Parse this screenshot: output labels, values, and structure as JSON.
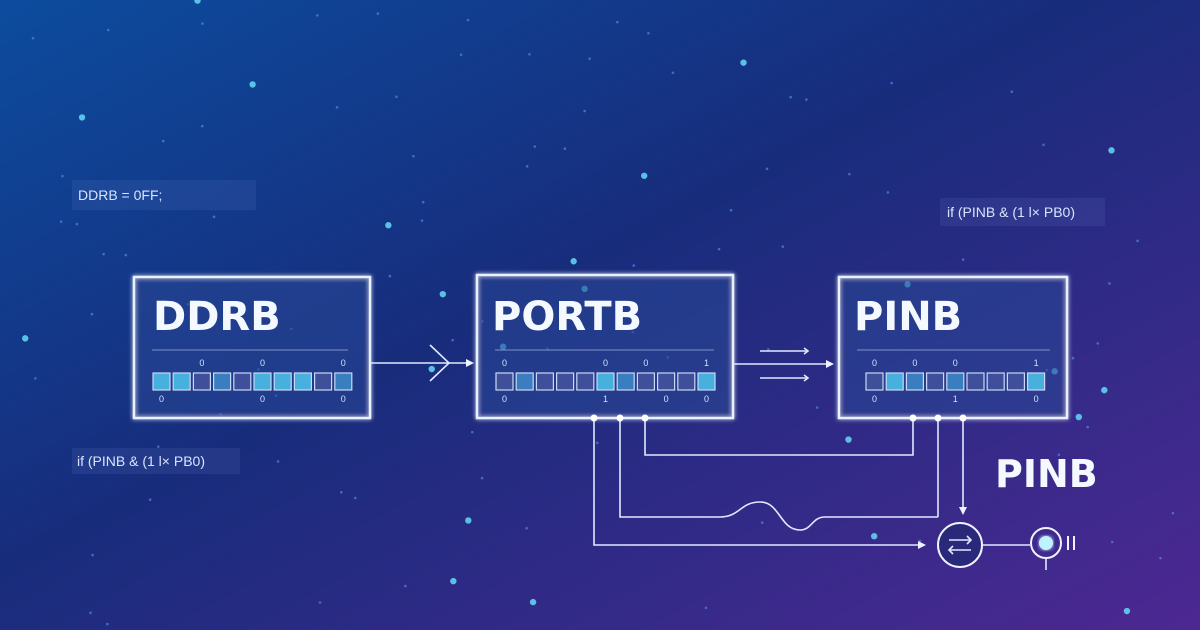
{
  "colors": {
    "bg_left": "#0d4a9a",
    "bg_mid": "#1a2a78",
    "bg_right": "#4a2a90",
    "cell_dim": "#3f4f9a",
    "cell_mid": "#3a7ec0",
    "cell_bright": "#48b0dc",
    "dot": "#5fd0f0"
  },
  "code_snippets": {
    "top_left": "DDRB = 0FF;",
    "top_right": "if (PINB & (1 l× PB0)",
    "bottom_left": "if (PINB & (1 l× PB0)"
  },
  "registers": [
    {
      "name": "DDRB",
      "cells": [
        2,
        2,
        0,
        1,
        0,
        2,
        2,
        2,
        0,
        1
      ],
      "top_labels": {
        "2": "0",
        "5": "0",
        "9": "0"
      },
      "bottom_labels": {
        "0": "0",
        "5": "0",
        "9": "0"
      }
    },
    {
      "name": "PORTB",
      "cells": [
        0,
        1,
        0,
        0,
        0,
        2,
        1,
        0,
        0,
        0,
        2
      ],
      "top_labels": {
        "0": "0",
        "5": "0",
        "7": "0",
        "10": "1"
      },
      "bottom_labels": {
        "0": "0",
        "5": "1",
        "8": "0",
        "10": "0"
      }
    },
    {
      "name": "PINB",
      "cells": [
        0,
        2,
        1,
        0,
        1,
        0,
        0,
        0,
        2
      ],
      "top_labels": {
        "0": "0",
        "2": "0",
        "4": "0",
        "8": "1"
      },
      "bottom_labels": {
        "0": "0",
        "4": "1",
        "8": "0"
      }
    }
  ],
  "output_label": "PINB",
  "icons": {
    "swap": "swap-arrows-icon",
    "led": "led-indicator-icon"
  }
}
